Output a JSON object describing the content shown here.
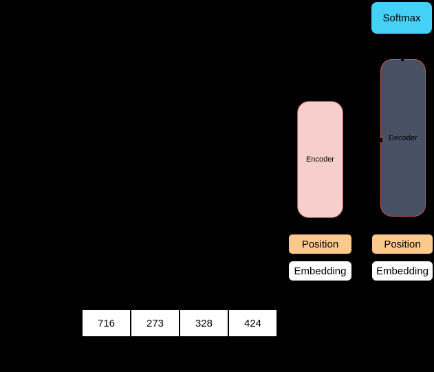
{
  "diagram": {
    "background_color": "#000000",
    "softmax": {
      "label": "Softmax",
      "fill": "#45d1f5"
    },
    "encoder": {
      "label": "Encoder",
      "fill": "#f8cecc",
      "border": "#b85450"
    },
    "decoder": {
      "label": "Decoder",
      "fill": "#485163",
      "border": "#c4564f"
    },
    "position_left": {
      "label": "Position",
      "fill": "#fcc98c"
    },
    "position_right": {
      "label": "Position",
      "fill": "#fcc98c"
    },
    "embedding_left": {
      "label": "Embedding",
      "fill": "#ffffff"
    },
    "embedding_right": {
      "label": "Embedding",
      "fill": "#ffffff"
    },
    "tokens": [
      "716",
      "273",
      "328",
      "424"
    ]
  }
}
